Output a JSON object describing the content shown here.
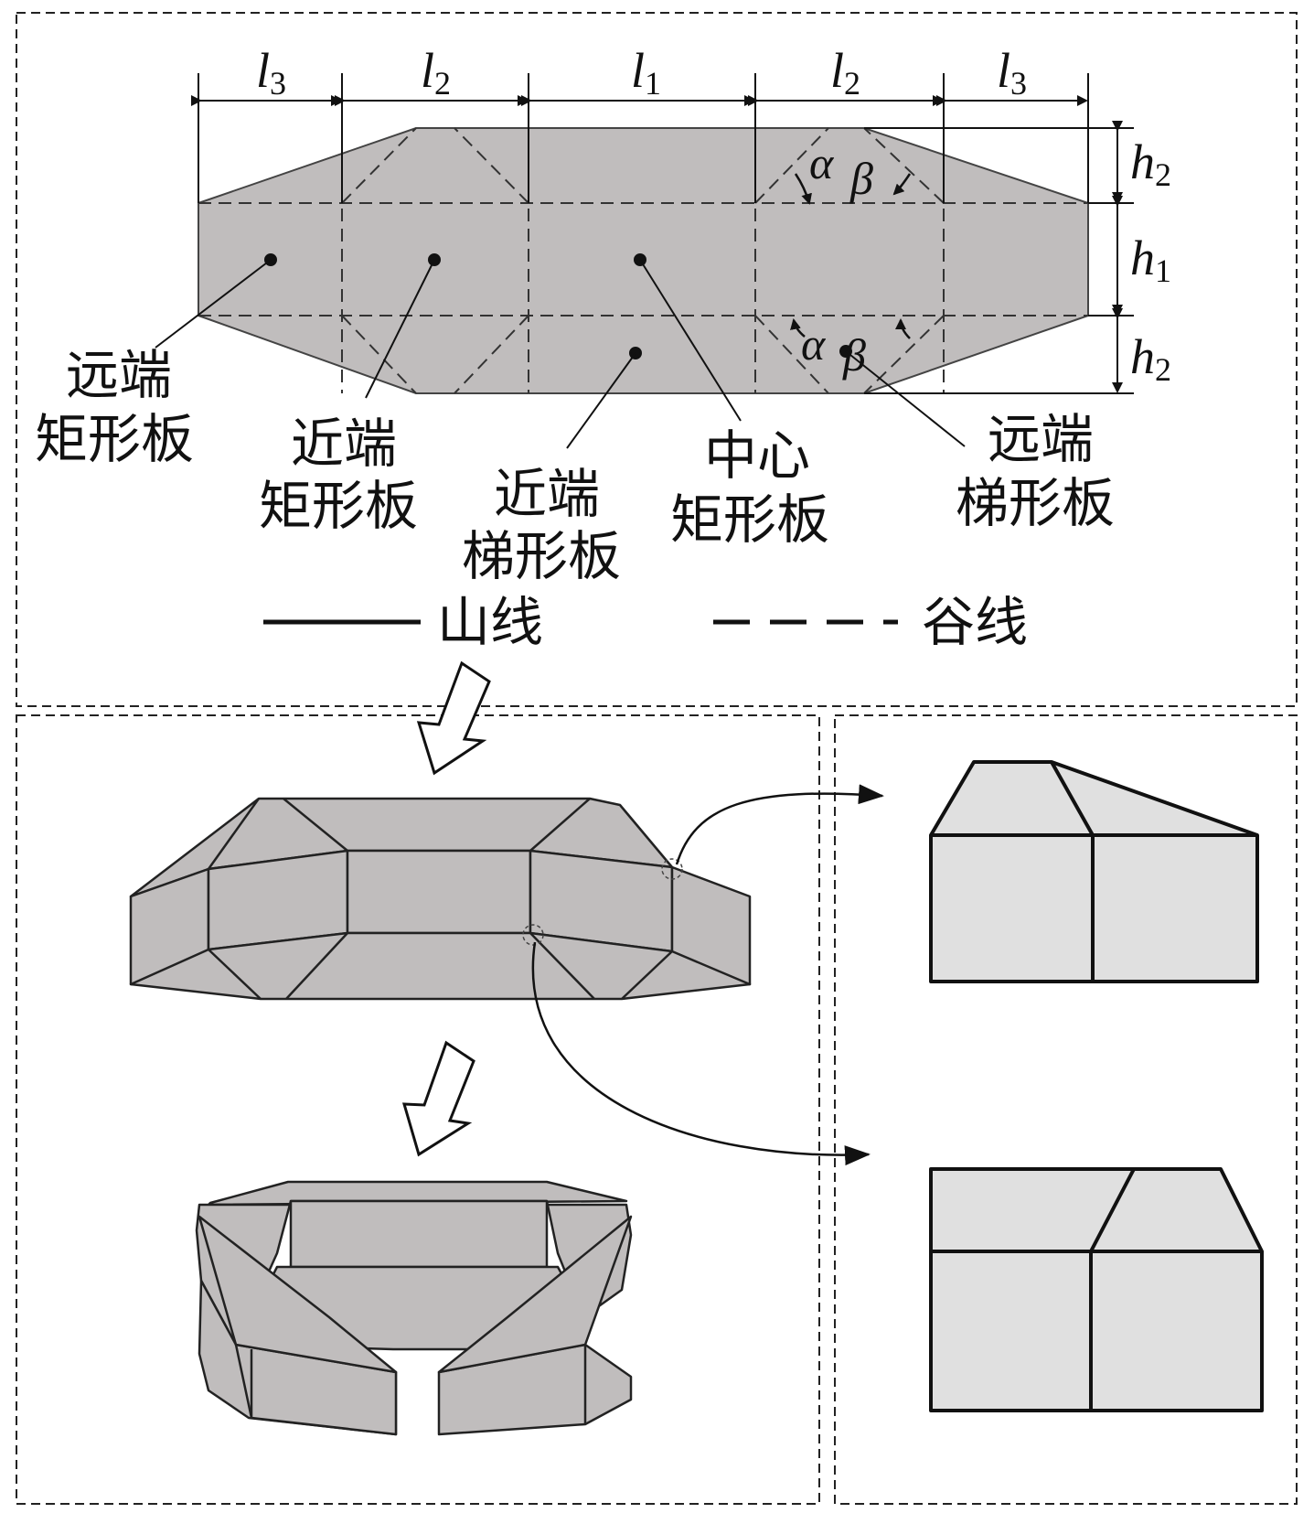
{
  "labels": {
    "l3": "l",
    "l3_sub": "3",
    "l2": "l",
    "l2_sub": "2",
    "l1": "l",
    "l1_sub": "1",
    "h2": "h",
    "h2_sub": "2",
    "h1": "h",
    "h1_sub": "1",
    "alpha": "α",
    "beta": "β"
  },
  "panels": {
    "far_rect_line1": "远端",
    "far_rect_line2": "矩形板",
    "near_rect_line1": "近端",
    "near_rect_line2": "矩形板",
    "near_trap_line1": "近端",
    "near_trap_line2": "梯形板",
    "center_rect_line1": "中心",
    "center_rect_line2": "矩形板",
    "far_trap_line1": "远端",
    "far_trap_line2": "梯形板"
  },
  "legend": {
    "mountain": "山线",
    "valley": "谷线"
  },
  "colors": {
    "panel_fill": "#c0bdbd",
    "detail_fill": "#e0e0e0",
    "line": "#111111"
  }
}
